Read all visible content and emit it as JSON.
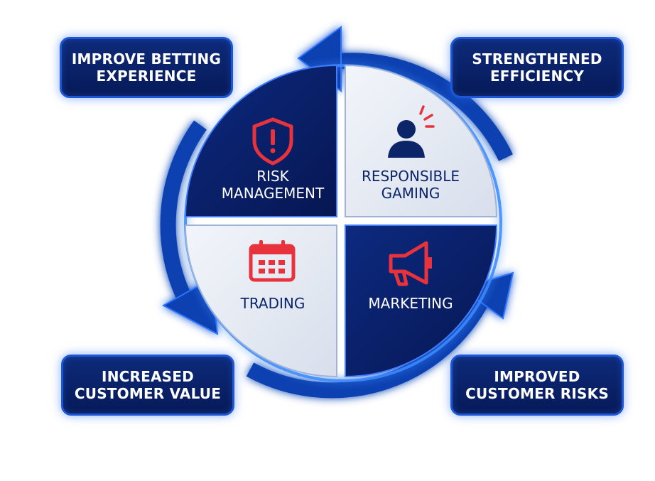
{
  "callouts": {
    "top_left": [
      "IMPROVE BETTING",
      "EXPERIENCE"
    ],
    "top_right": [
      "STRENGTHENED",
      "EFFICIENCY"
    ],
    "bottom_left": [
      "INCREASED",
      "CUSTOMER VALUE"
    ],
    "bottom_right": [
      "IMPROVED",
      "CUSTOMER RISKS"
    ]
  },
  "quadrants": {
    "risk": {
      "lines": [
        "RISK",
        "MANAGEMENT"
      ],
      "icon": "warning-shield-icon"
    },
    "responsible": {
      "lines": [
        "RESPONSIBLE",
        "GAMING"
      ],
      "icon": "user-alert-icon"
    },
    "trading": {
      "lines": [
        "TRADING"
      ],
      "icon": "calendar-icon"
    },
    "marketing": {
      "lines": [
        "MARKETING"
      ],
      "icon": "megaphone-icon"
    }
  },
  "colors": {
    "navy": "#0b1f66",
    "light": "#e3e8f2",
    "accent_red": "#e8323c",
    "arrow_blue": "#0f3fb0",
    "glow": "#3a8bff"
  }
}
